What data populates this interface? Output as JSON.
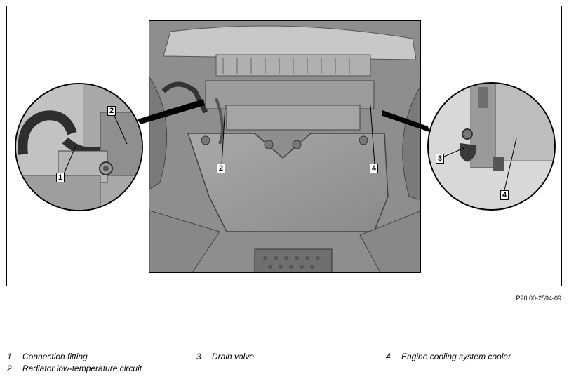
{
  "figure": {
    "reference": "P20.00-2594-09",
    "callouts": [
      "1",
      "2",
      "3",
      "4"
    ]
  },
  "legend": [
    {
      "number": "1",
      "text": "Connection fitting"
    },
    {
      "number": "2",
      "text": "Radiator low-temperature circuit"
    },
    {
      "number": "3",
      "text": "Drain valve"
    },
    {
      "number": "4",
      "text": "Engine cooling system cooler"
    }
  ]
}
